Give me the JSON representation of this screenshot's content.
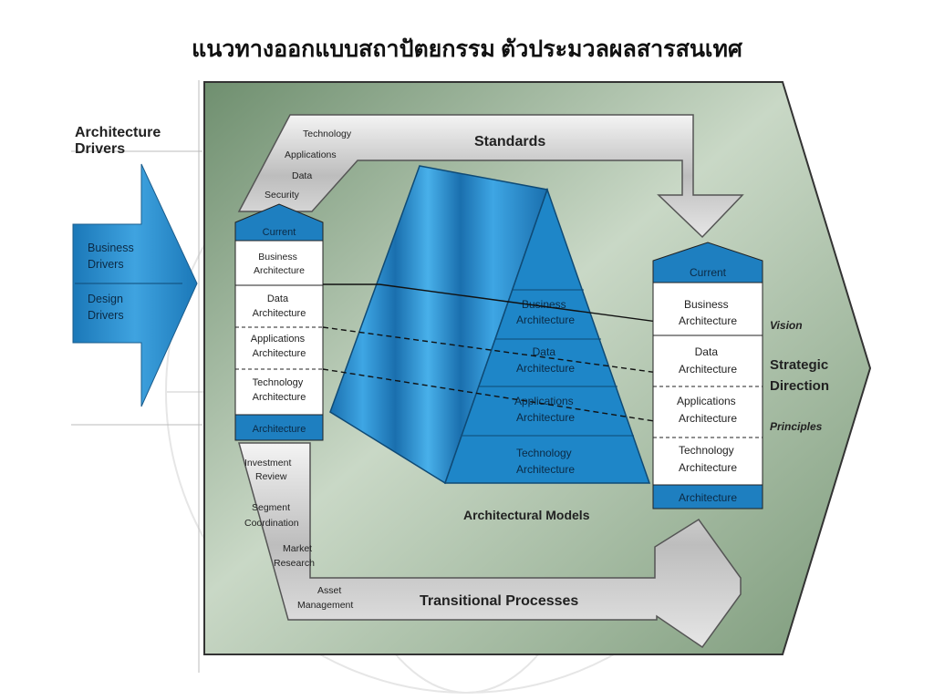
{
  "title": "แนวทางออกแบบสถาปัตยกรรม ตัวประมวลผลสารสนเทศ",
  "drivers": {
    "heading_line1": "Architecture",
    "heading_line2": "Drivers",
    "business_line1": "Business",
    "business_line2": "Drivers",
    "design_line1": "Design",
    "design_line2": "Drivers"
  },
  "standards": {
    "label": "Standards",
    "items": [
      "Technology",
      "Applications",
      "Data",
      "Security"
    ]
  },
  "current_stack": {
    "header": "Current",
    "footer": "Architecture",
    "rows": [
      {
        "line1": "Business",
        "line2": "Architecture"
      },
      {
        "line1": "Data",
        "line2": "Architecture"
      },
      {
        "line1": "Applications",
        "line2": "Architecture"
      },
      {
        "line1": "Technology",
        "line2": "Architecture"
      }
    ]
  },
  "target_stack": {
    "header": "Current",
    "footer": "Architecture",
    "rows": [
      {
        "line1": "Business",
        "line2": "Architecture"
      },
      {
        "line1": "Data",
        "line2": "Architecture"
      },
      {
        "line1": "Applications",
        "line2": "Architecture"
      },
      {
        "line1": "Technology",
        "line2": "Architecture"
      }
    ]
  },
  "models": {
    "label": "Architectural Models",
    "rows": [
      {
        "line1": "Business",
        "line2": "Architecture"
      },
      {
        "line1": "Data",
        "line2": "Architecture"
      },
      {
        "line1": "Applications",
        "line2": "Architecture"
      },
      {
        "line1": "Technology",
        "line2": "Architecture"
      }
    ]
  },
  "strategic": {
    "vision": "Vision",
    "line1": "Strategic",
    "line2": "Direction",
    "principles": "Principles"
  },
  "transitional": {
    "label": "Transitional Processes",
    "items": [
      {
        "line1": "Investment",
        "line2": "Review"
      },
      {
        "line1": "Segment",
        "line2": "Coordination"
      },
      {
        "line1": "Market",
        "line2": "Research"
      },
      {
        "line1": "Asset",
        "line2": "Management"
      }
    ]
  },
  "colors": {
    "green_panel": "#8fac8f",
    "blue": "#1e7fc0",
    "dark_blue": "#1a5c8c",
    "gray_arrow": "#c9c9c9"
  }
}
